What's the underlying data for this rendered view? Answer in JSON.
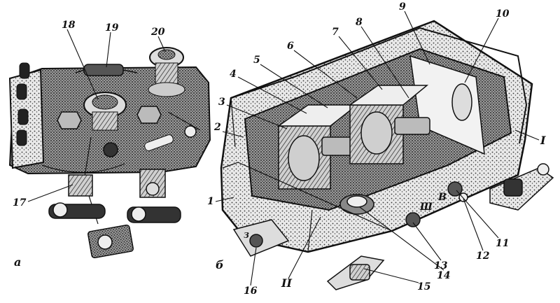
{
  "figure": {
    "view_labels": {
      "a": "а",
      "b": "б"
    },
    "callouts": [
      {
        "id": "c1",
        "text": "1"
      },
      {
        "id": "c2",
        "text": "2"
      },
      {
        "id": "c3",
        "text": "3"
      },
      {
        "id": "c4",
        "text": "4"
      },
      {
        "id": "c5",
        "text": "5"
      },
      {
        "id": "c6",
        "text": "6"
      },
      {
        "id": "c7",
        "text": "7"
      },
      {
        "id": "c8",
        "text": "8"
      },
      {
        "id": "c9",
        "text": "9"
      },
      {
        "id": "c10",
        "text": "10"
      },
      {
        "id": "c11",
        "text": "11"
      },
      {
        "id": "c12",
        "text": "12"
      },
      {
        "id": "c13",
        "text": "13"
      },
      {
        "id": "c14",
        "text": "14"
      },
      {
        "id": "c15",
        "text": "15"
      },
      {
        "id": "c16",
        "text": "16"
      },
      {
        "id": "c17",
        "text": "17"
      },
      {
        "id": "c18",
        "text": "18"
      },
      {
        "id": "c19",
        "text": "19"
      },
      {
        "id": "c20",
        "text": "20"
      },
      {
        "id": "cI",
        "text": "I"
      },
      {
        "id": "cII",
        "text": "II"
      }
    ],
    "terminal_marks": {
      "sh": "Ш",
      "v": "В",
      "z": "З"
    }
  }
}
